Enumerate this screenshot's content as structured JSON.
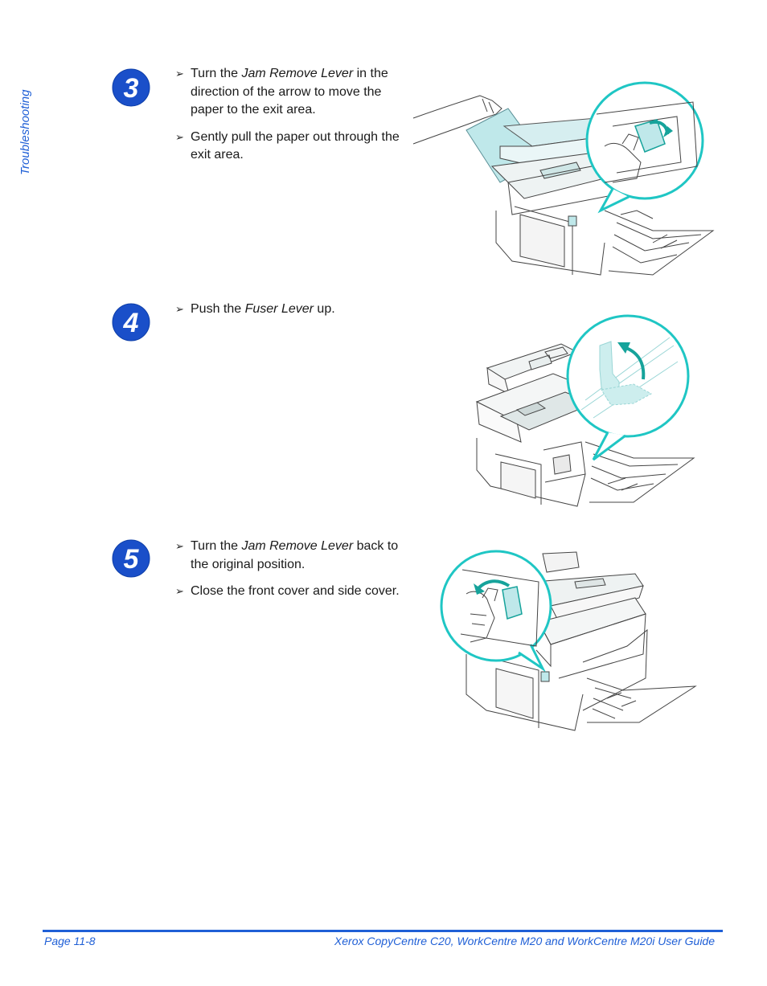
{
  "sidebar": {
    "section_label": "Troubleshooting"
  },
  "steps": [
    {
      "number": "3",
      "bullets": [
        {
          "pre": "Turn the ",
          "em": "Jam Remove Lever",
          "post": " in the direction of the arrow to move the paper to the exit area."
        },
        {
          "pre": "Gently pull the paper out through the exit area.",
          "em": "",
          "post": ""
        }
      ]
    },
    {
      "number": "4",
      "bullets": [
        {
          "pre": "Push the ",
          "em": "Fuser Lever",
          "post": " up."
        }
      ]
    },
    {
      "number": "5",
      "bullets": [
        {
          "pre": "Turn the ",
          "em": "Jam Remove Lever",
          "post": " back to the original position."
        },
        {
          "pre": "Close the front cover and side cover.",
          "em": "",
          "post": ""
        }
      ]
    }
  ],
  "footer": {
    "page": "Page 11-8",
    "guide_title": "Xerox CopyCentre C20, WorkCentre M20 and WorkCentre M20i User Guide"
  },
  "colors": {
    "accent_blue": "#1f5fd6",
    "badge_blue": "#1a4fc9",
    "callout_teal": "#1fc6c4",
    "arrow_teal": "#16a39b"
  },
  "icons": {
    "bullet_arrow": "➢"
  }
}
